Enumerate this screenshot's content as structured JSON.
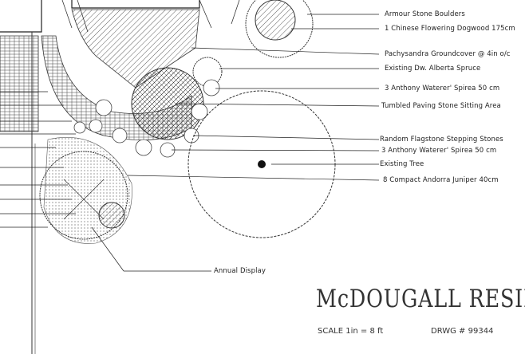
{
  "title": "McDOUGALL RESID",
  "scale": "SCALE  1in = 8 ft",
  "drawing_number": "DRWG  #  99344",
  "labels": [
    "Armour Stone Boulders",
    "1  Chinese Flowering  Dogwood 175cm",
    "Pachysandra Groundcover @ 4in o/c",
    "Existing Dw. Alberta Spruce",
    "3  Anthony Waterer' Spirea 50 cm",
    "Tumbled Paving Stone Sitting Area",
    "Random Flagstone Stepping Stones",
    "3  Anthony Waterer' Spirea 50 cm",
    "Existing Tree",
    "8  Compact Andorra Juniper 40cm"
  ],
  "annual_label": "Annual Display"
}
